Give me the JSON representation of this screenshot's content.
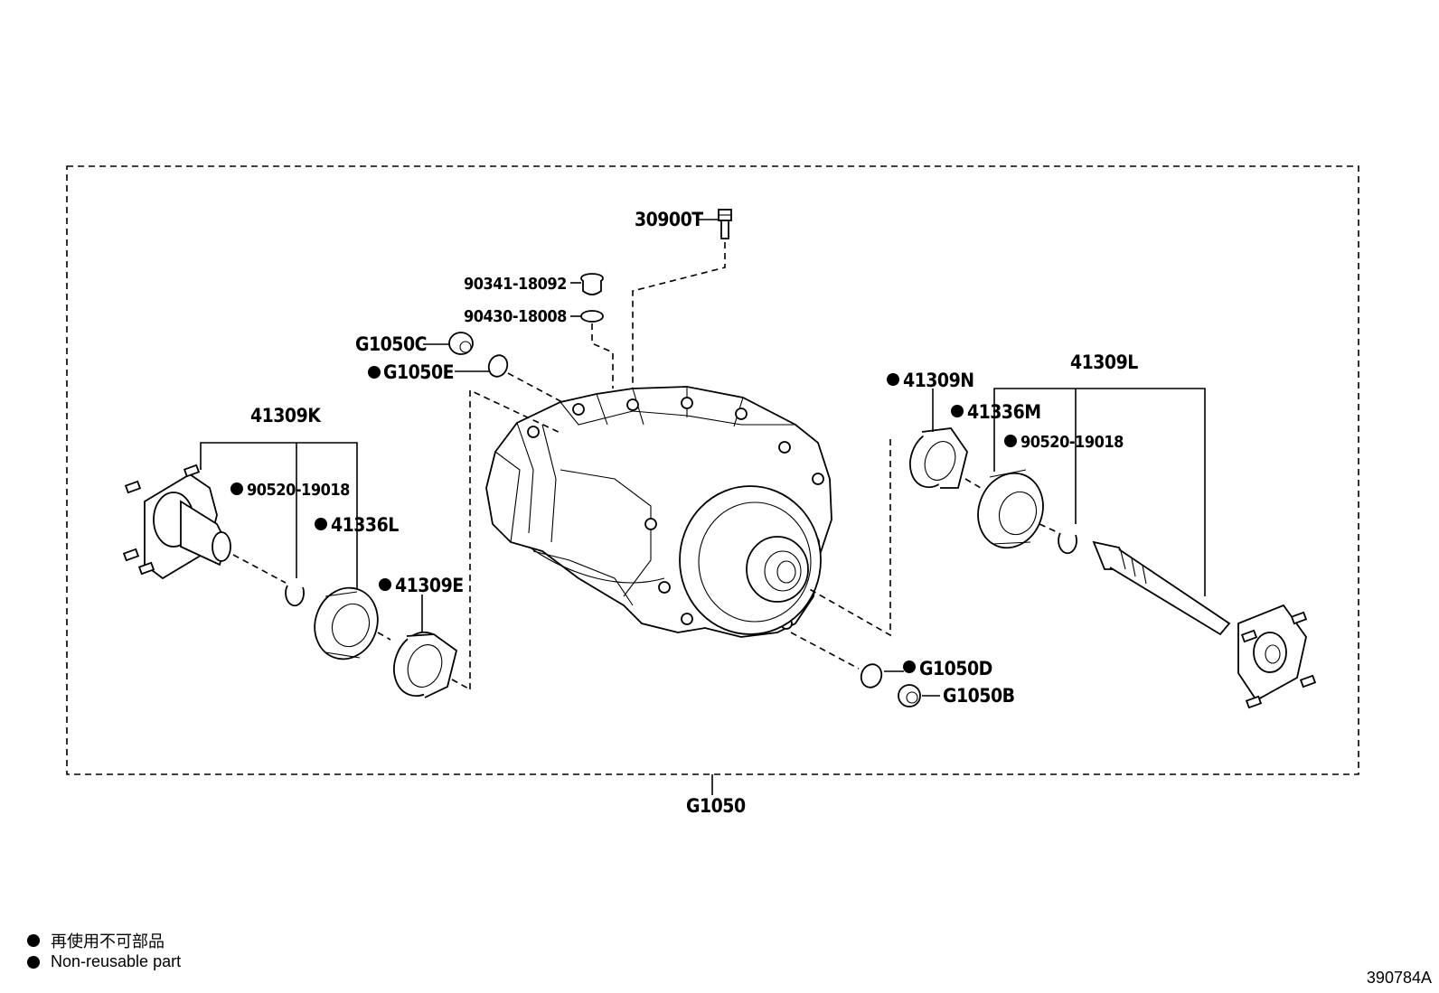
{
  "labels": {
    "p30900T": "30900T",
    "p90341": "90341-18092",
    "p90430": "90430-18008",
    "pG1050C": "G1050C",
    "pG1050E": "G1050E",
    "p41309K": "41309K",
    "p90520_left": "90520-19018",
    "p41336L": "41336L",
    "p41309E": "41309E",
    "p41309N": "41309N",
    "p41336M": "41336M",
    "p41309L": "41309L",
    "p90520_right": "90520-19018",
    "pG1050D": "G1050D",
    "pG1050B": "G1050B",
    "pG1050": "G1050"
  },
  "legend": {
    "line1": "再使用不可部品",
    "line2": "Non-reusable part"
  },
  "drawing_id": "390784A"
}
